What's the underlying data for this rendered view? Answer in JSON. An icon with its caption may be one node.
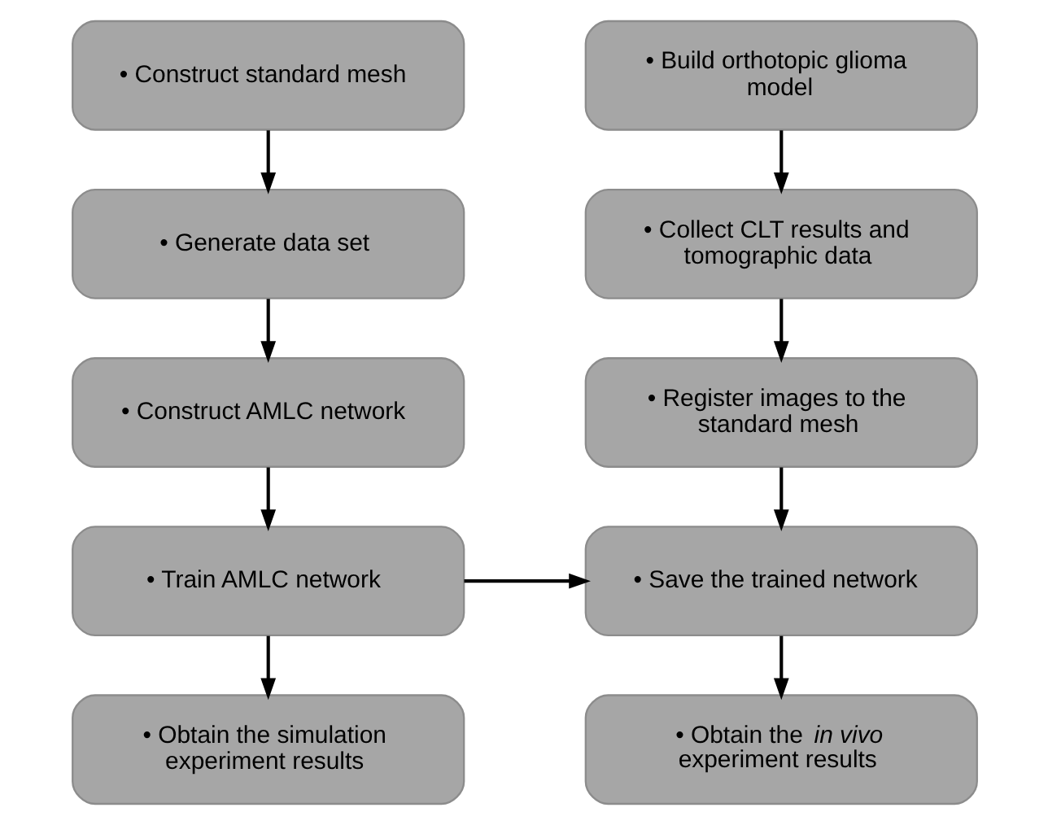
{
  "diagram": {
    "nodes": [
      {
        "text": [
          "• Construct standard mesh"
        ]
      },
      {
        "text": [
          "• Generate data set"
        ]
      },
      {
        "text": [
          "• Construct AMLC network"
        ]
      },
      {
        "text": [
          "• Train AMLC network"
        ]
      },
      {
        "text": [
          "• Obtain the simulation experiment results"
        ]
      },
      {
        "text": [
          "• Build orthotopic glioma model"
        ]
      },
      {
        "text": [
          "• Collect CLT results and tomographic data"
        ]
      },
      {
        "text": [
          "• Register images to the standard mesh"
        ]
      },
      {
        "text": [
          "• Save the trained network"
        ]
      },
      {
        "text": [
          "• Obtain the *in vivo* experiment results"
        ]
      }
    ],
    "edges": [
      {
        "from": 0,
        "to": 1,
        "arrow": "to"
      },
      {
        "from": 1,
        "to": 2,
        "arrow": "to"
      },
      {
        "from": 2,
        "to": 3,
        "arrow": "to"
      },
      {
        "from": 3,
        "to": 4,
        "arrow": "to"
      },
      {
        "from": 5,
        "to": 6,
        "arrow": "to"
      },
      {
        "from": 6,
        "to": 7,
        "arrow": "to"
      },
      {
        "from": 7,
        "to": 8,
        "arrow": "to"
      },
      {
        "from": 8,
        "to": 9,
        "arrow": "to"
      },
      {
        "from": 3,
        "to": 8,
        "arrow": "to"
      }
    ]
  }
}
